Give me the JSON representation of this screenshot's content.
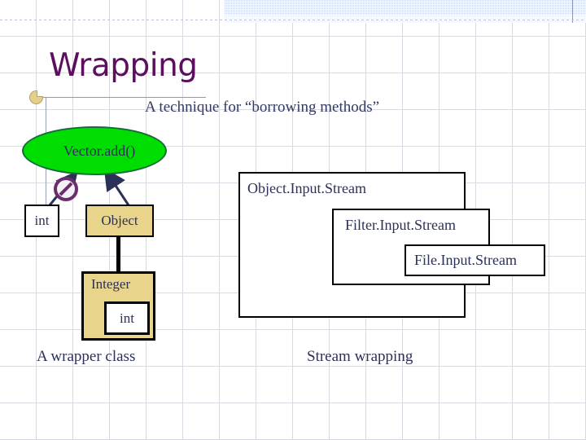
{
  "slide": {
    "title": "Wrapping",
    "subtitle": "A technique for “borrowing methods”",
    "colors": {
      "title": "#5b0f5e",
      "text": "#2b3157",
      "ellipse_fill": "#00dd00",
      "ellipse_border": "#176b3a",
      "wrapper_fill": "#e8d48b",
      "no_entry": "#6b2d6b",
      "band": "#c9d3ee",
      "rule": "#8f9ab7",
      "grid": "#d9d9e2"
    }
  },
  "left_diagram": {
    "caption": "A wrapper class",
    "ellipse_label": "Vector.add()",
    "no_entry_icon": "no-entry-icon",
    "boxes": [
      {
        "label": "int",
        "style": "plain"
      },
      {
        "label": "Object",
        "style": "wrapper"
      },
      {
        "label": "Integer",
        "style": "wrapper"
      },
      {
        "label": "int",
        "style": "plain"
      }
    ]
  },
  "right_diagram": {
    "caption": "Stream wrapping",
    "boxes": [
      {
        "label": "Object.Input.Stream"
      },
      {
        "label": "Filter.Input.Stream"
      },
      {
        "label": "File.Input.Stream"
      }
    ]
  }
}
